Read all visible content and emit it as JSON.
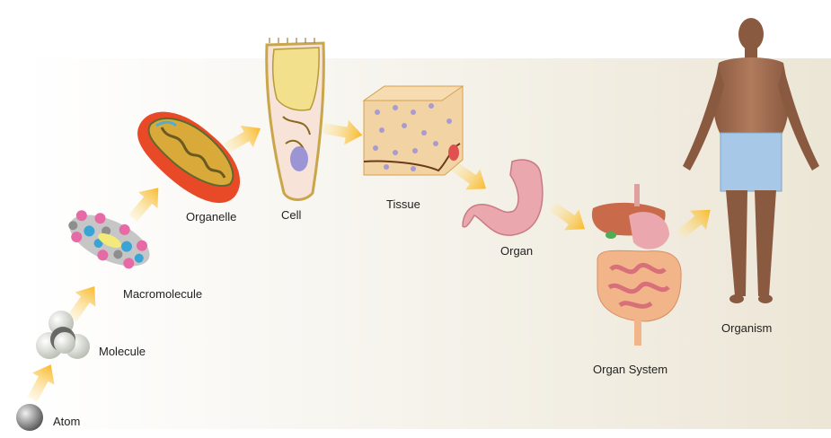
{
  "title": "Levels of structural organization",
  "levels": [
    {
      "label": "Atom"
    },
    {
      "label": "Molecule"
    },
    {
      "label": "Macromolecule"
    },
    {
      "label": "Organelle"
    },
    {
      "label": "Cell"
    },
    {
      "label": "Tissue"
    },
    {
      "label": "Organ"
    },
    {
      "label": "Organ System"
    },
    {
      "label": "Organism"
    }
  ],
  "colors": {
    "arrow": "#f9c13a",
    "background_end": "#ece6d6"
  }
}
